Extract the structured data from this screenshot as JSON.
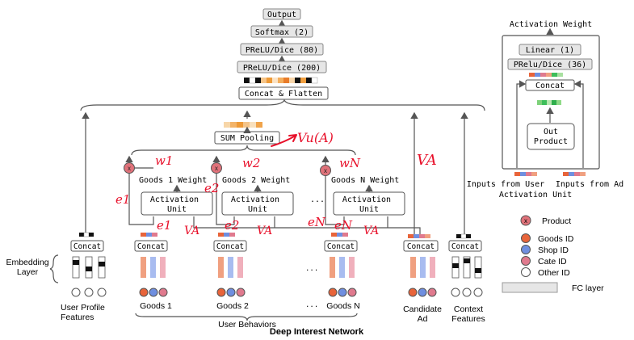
{
  "title": "Deep Interest Network",
  "top_stack": {
    "output": "Output",
    "softmax": "Softmax (2)",
    "prelu80": "PReLU/Dice (80)",
    "prelu200": "PReLU/Dice (200)",
    "concat_flatten": "Concat & Flatten"
  },
  "sum_pooling": "SUM Pooling",
  "weights": [
    "Goods 1 Weight",
    "Goods 2 Weight",
    "Goods N Weight"
  ],
  "activation_unit_label": "Activation Unit",
  "concat_label": "Concat",
  "ellipsis": "...",
  "embedding_layer": "Embedding Layer",
  "groups": {
    "user_profile": "User Profile Features",
    "goods1": "Goods 1",
    "goods2": "Goods 2",
    "goodsN": "Goods N",
    "user_behaviors": "User Behaviors",
    "candidate_ad": "Candidate Ad",
    "context": "Context Features"
  },
  "inset": {
    "title": "Activation Weight",
    "linear": "Linear (1)",
    "prelu36": "PRelu/Dice (36)",
    "concat": "Concat",
    "out_product": "Out Product",
    "inputs_user": "Inputs from User",
    "activation_unit": "Activation Unit",
    "inputs_ad": "Inputs from Ad"
  },
  "legend": {
    "product": "Product",
    "goods_id": "Goods ID",
    "shop_id": "Shop ID",
    "cate_id": "Cate ID",
    "other_id": "Other ID",
    "fc_layer": "FC layer",
    "x_symbol": "x"
  },
  "annotations": {
    "vu_a": "Vu(A)",
    "w1": "w1",
    "w2": "w2",
    "wn": "wN",
    "e1": "e1",
    "e2": "e2",
    "en": "eN",
    "va": "VA"
  },
  "colors": {
    "goods": "#e8643a",
    "shop": "#6f8fe0",
    "cate": "#e07a8e",
    "other": "#ffffff",
    "product": "#e0727a",
    "annotation": "#e8102a",
    "fc": "#e6e6e6",
    "pool_gradient": [
      "#f7d6a8",
      "#f3b469",
      "#ee9a37",
      "#f4c489",
      "#f8e0bd",
      "#f0a44a",
      "#fad9b0"
    ]
  }
}
